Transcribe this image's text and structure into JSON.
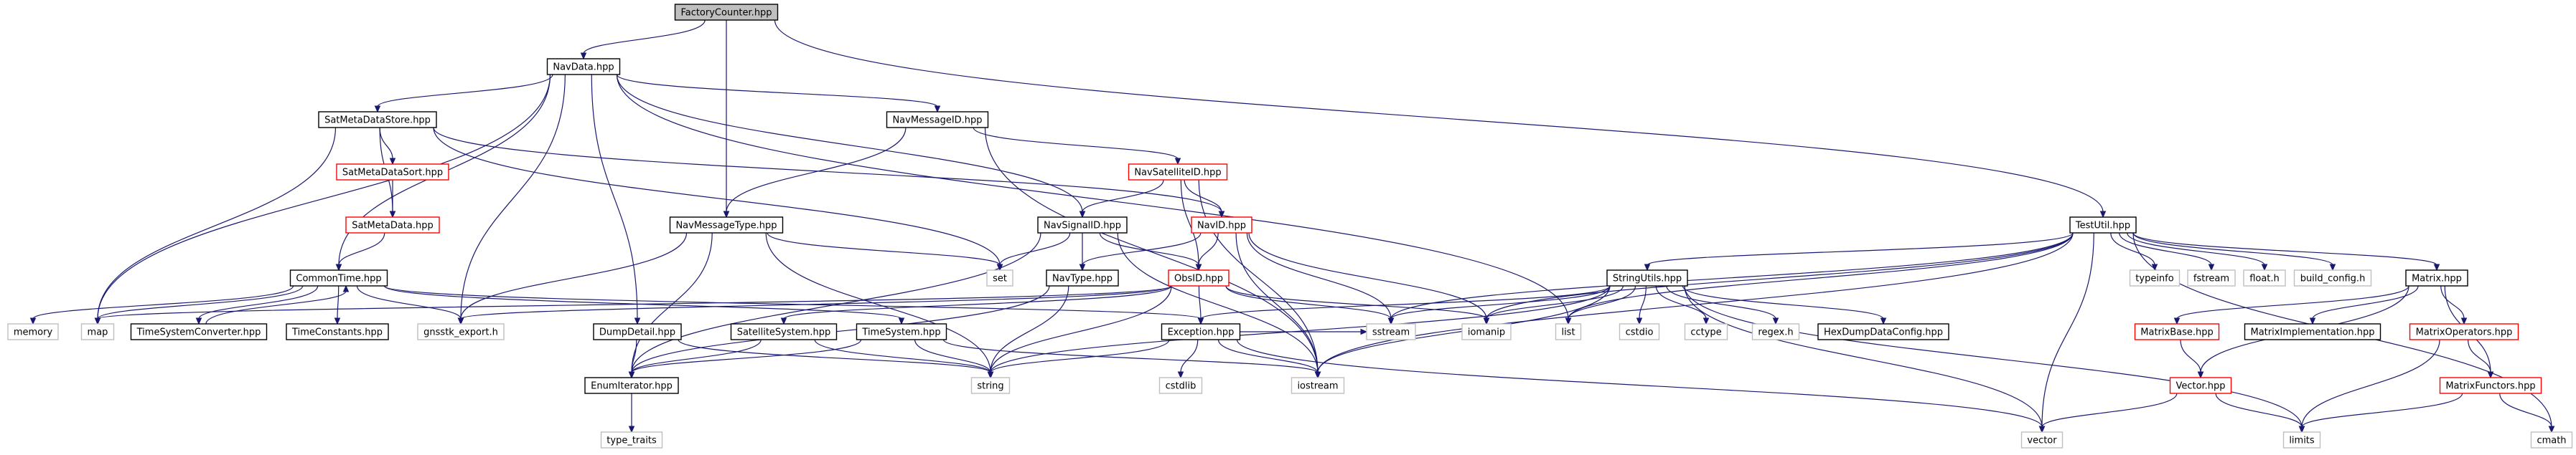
{
  "colors": {
    "edge": "#191970",
    "root_fill": "#bfbfbf",
    "border_default": "#000000",
    "border_red": "#ff0000",
    "border_gray": "#bfbfbf",
    "text": "#000000"
  },
  "nodes": [
    {
      "id": "factorycounter",
      "label": "FactoryCounter.hpp",
      "style": "root"
    },
    {
      "id": "navdata",
      "label": "NavData.hpp",
      "style": "default"
    },
    {
      "id": "satmetadatastore",
      "label": "SatMetaDataStore.hpp",
      "style": "default"
    },
    {
      "id": "navmessageid",
      "label": "NavMessageID.hpp",
      "style": "default"
    },
    {
      "id": "satmetadatasort",
      "label": "SatMetaDataSort.hpp",
      "style": "red"
    },
    {
      "id": "navsatelliteid",
      "label": "NavSatelliteID.hpp",
      "style": "red"
    },
    {
      "id": "satmetadata",
      "label": "SatMetaData.hpp",
      "style": "red"
    },
    {
      "id": "navmessagetype",
      "label": "NavMessageType.hpp",
      "style": "default"
    },
    {
      "id": "navsignalid",
      "label": "NavSignalID.hpp",
      "style": "default"
    },
    {
      "id": "navid",
      "label": "NavID.hpp",
      "style": "red"
    },
    {
      "id": "testutil",
      "label": "TestUtil.hpp",
      "style": "default"
    },
    {
      "id": "set",
      "label": "set",
      "style": "gray"
    },
    {
      "id": "commontime",
      "label": "CommonTime.hpp",
      "style": "default"
    },
    {
      "id": "navtype",
      "label": "NavType.hpp",
      "style": "default"
    },
    {
      "id": "obsid",
      "label": "ObsID.hpp",
      "style": "red"
    },
    {
      "id": "stringutils",
      "label": "StringUtils.hpp",
      "style": "default"
    },
    {
      "id": "typeinfo",
      "label": "typeinfo",
      "style": "gray"
    },
    {
      "id": "fstream",
      "label": "fstream",
      "style": "gray"
    },
    {
      "id": "floath",
      "label": "float.h",
      "style": "gray"
    },
    {
      "id": "buildconfig",
      "label": "build_config.h",
      "style": "gray"
    },
    {
      "id": "matrix",
      "label": "Matrix.hpp",
      "style": "default"
    },
    {
      "id": "memory",
      "label": "memory",
      "style": "gray"
    },
    {
      "id": "map",
      "label": "map",
      "style": "gray"
    },
    {
      "id": "timesystemconverter",
      "label": "TimeSystemConverter.hpp",
      "style": "default"
    },
    {
      "id": "timeconstants",
      "label": "TimeConstants.hpp",
      "style": "default"
    },
    {
      "id": "gnsstkexport",
      "label": "gnsstk_export.h",
      "style": "gray"
    },
    {
      "id": "dumpdetail",
      "label": "DumpDetail.hpp",
      "style": "default"
    },
    {
      "id": "satellitesystem",
      "label": "SatelliteSystem.hpp",
      "style": "default"
    },
    {
      "id": "timesystem",
      "label": "TimeSystem.hpp",
      "style": "default"
    },
    {
      "id": "exception",
      "label": "Exception.hpp",
      "style": "default"
    },
    {
      "id": "sstream",
      "label": "sstream",
      "style": "gray"
    },
    {
      "id": "iomanip",
      "label": "iomanip",
      "style": "gray"
    },
    {
      "id": "list",
      "label": "list",
      "style": "gray"
    },
    {
      "id": "cstdio",
      "label": "cstdio",
      "style": "gray"
    },
    {
      "id": "cctype",
      "label": "cctype",
      "style": "gray"
    },
    {
      "id": "regexh",
      "label": "regex.h",
      "style": "gray"
    },
    {
      "id": "hexdumpdataconfig",
      "label": "HexDumpDataConfig.hpp",
      "style": "default"
    },
    {
      "id": "matrixbase",
      "label": "MatrixBase.hpp",
      "style": "red"
    },
    {
      "id": "matriximplementation",
      "label": "MatrixImplementation.hpp",
      "style": "default"
    },
    {
      "id": "matrixoperators",
      "label": "MatrixOperators.hpp",
      "style": "red"
    },
    {
      "id": "enumiterator",
      "label": "EnumIterator.hpp",
      "style": "default"
    },
    {
      "id": "string",
      "label": "string",
      "style": "gray"
    },
    {
      "id": "cstdlib",
      "label": "cstdlib",
      "style": "gray"
    },
    {
      "id": "iostream",
      "label": "iostream",
      "style": "gray"
    },
    {
      "id": "vectorhpp",
      "label": "Vector.hpp",
      "style": "red"
    },
    {
      "id": "matrixfunctors",
      "label": "MatrixFunctors.hpp",
      "style": "red"
    },
    {
      "id": "typetraits",
      "label": "type_traits",
      "style": "gray"
    },
    {
      "id": "vector",
      "label": "vector",
      "style": "gray"
    },
    {
      "id": "limits",
      "label": "limits",
      "style": "gray"
    },
    {
      "id": "cmath",
      "label": "cmath",
      "style": "gray"
    }
  ],
  "edges": [
    [
      "factorycounter",
      "navdata"
    ],
    [
      "factorycounter",
      "navmessagetype"
    ],
    [
      "factorycounter",
      "testutil"
    ],
    [
      "navdata",
      "satmetadatastore"
    ],
    [
      "navdata",
      "navmessageid"
    ],
    [
      "navdata",
      "navsignalid"
    ],
    [
      "navdata",
      "commontime"
    ],
    [
      "navdata",
      "map"
    ],
    [
      "navdata",
      "gnsstkexport"
    ],
    [
      "navdata",
      "dumpdetail"
    ],
    [
      "navdata",
      "list"
    ],
    [
      "satmetadatastore",
      "satmetadatasort"
    ],
    [
      "satmetadatastore",
      "satmetadata"
    ],
    [
      "satmetadatastore",
      "set"
    ],
    [
      "satmetadatastore",
      "navid"
    ],
    [
      "satmetadatastore",
      "map"
    ],
    [
      "satmetadatasort",
      "satmetadata"
    ],
    [
      "satmetadata",
      "commontime"
    ],
    [
      "navmessageid",
      "navsatelliteid"
    ],
    [
      "navmessageid",
      "navmessagetype"
    ],
    [
      "navmessageid",
      "iostream"
    ],
    [
      "navsatelliteid",
      "navsignalid"
    ],
    [
      "navsatelliteid",
      "navid"
    ],
    [
      "navsatelliteid",
      "obsid"
    ],
    [
      "navsatelliteid",
      "iostream"
    ],
    [
      "navsignalid",
      "navtype"
    ],
    [
      "navsignalid",
      "obsid"
    ],
    [
      "navsignalid",
      "set"
    ],
    [
      "navsignalid",
      "enumiterator"
    ],
    [
      "navsignalid",
      "iostream"
    ],
    [
      "navid",
      "navtype"
    ],
    [
      "navid",
      "obsid"
    ],
    [
      "navid",
      "sstream"
    ],
    [
      "navid",
      "iomanip"
    ],
    [
      "navid",
      "iostream"
    ],
    [
      "navmessagetype",
      "set"
    ],
    [
      "navmessagetype",
      "string"
    ],
    [
      "navmessagetype",
      "gnsstkexport"
    ],
    [
      "navmessagetype",
      "enumiterator"
    ],
    [
      "navtype",
      "string"
    ],
    [
      "navtype",
      "enumiterator"
    ],
    [
      "obsid",
      "exception"
    ],
    [
      "obsid",
      "satellitesystem"
    ],
    [
      "obsid",
      "map"
    ],
    [
      "obsid",
      "sstream"
    ],
    [
      "obsid",
      "iomanip"
    ],
    [
      "obsid",
      "string"
    ],
    [
      "obsid",
      "gnsstkexport"
    ],
    [
      "commontime",
      "exception"
    ],
    [
      "commontime",
      "timesystem"
    ],
    [
      "commontime",
      "timesystemconverter"
    ],
    [
      "commontime",
      "timeconstants"
    ],
    [
      "commontime",
      "gnsstkexport"
    ],
    [
      "commontime",
      "memory"
    ],
    [
      "commontime",
      "map"
    ],
    [
      "timesystemconverter",
      "commontime"
    ],
    [
      "dumpdetail",
      "enumiterator"
    ],
    [
      "dumpdetail",
      "string"
    ],
    [
      "satellitesystem",
      "enumiterator"
    ],
    [
      "satellitesystem",
      "string"
    ],
    [
      "timesystem",
      "enumiterator"
    ],
    [
      "timesystem",
      "string"
    ],
    [
      "timesystem",
      "iostream"
    ],
    [
      "exception",
      "string"
    ],
    [
      "exception",
      "cstdlib"
    ],
    [
      "exception",
      "iostream"
    ],
    [
      "exception",
      "vector"
    ],
    [
      "exception",
      "sstream"
    ],
    [
      "enumiterator",
      "typetraits"
    ],
    [
      "testutil",
      "stringutils"
    ],
    [
      "testutil",
      "typeinfo"
    ],
    [
      "testutil",
      "fstream"
    ],
    [
      "testutil",
      "floath"
    ],
    [
      "testutil",
      "buildconfig"
    ],
    [
      "testutil",
      "matrix"
    ],
    [
      "testutil",
      "sstream"
    ],
    [
      "testutil",
      "iomanip"
    ],
    [
      "testutil",
      "list"
    ],
    [
      "testutil",
      "iostream"
    ],
    [
      "testutil",
      "vector"
    ],
    [
      "testutil",
      "cmath"
    ],
    [
      "stringutils",
      "exception"
    ],
    [
      "stringutils",
      "iomanip"
    ],
    [
      "stringutils",
      "sstream"
    ],
    [
      "stringutils",
      "list"
    ],
    [
      "stringutils",
      "cstdio"
    ],
    [
      "stringutils",
      "cctype"
    ],
    [
      "stringutils",
      "regexh"
    ],
    [
      "stringutils",
      "hexdumpdataconfig"
    ],
    [
      "stringutils",
      "string"
    ],
    [
      "stringutils",
      "iostream"
    ],
    [
      "stringutils",
      "vector"
    ],
    [
      "stringutils",
      "limits"
    ],
    [
      "matrix",
      "matrixbase"
    ],
    [
      "matrix",
      "matriximplementation"
    ],
    [
      "matrix",
      "matrixoperators"
    ],
    [
      "matrix",
      "matrixfunctors"
    ],
    [
      "matrix",
      "vectorhpp"
    ],
    [
      "matrixbase",
      "vectorhpp"
    ],
    [
      "matrixoperators",
      "matrixfunctors"
    ],
    [
      "matrixoperators",
      "limits"
    ],
    [
      "vectorhpp",
      "vector"
    ],
    [
      "vectorhpp",
      "limits"
    ],
    [
      "matrixfunctors",
      "limits"
    ],
    [
      "matrixfunctors",
      "cmath"
    ]
  ]
}
